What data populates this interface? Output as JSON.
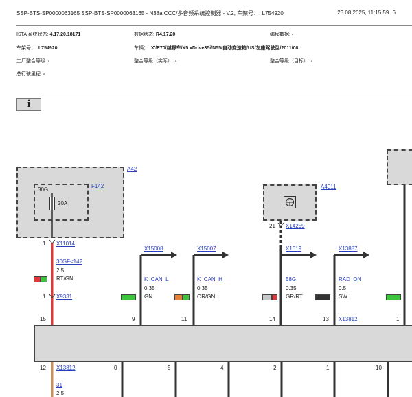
{
  "header": {
    "title": "SSP-BTS-SP0000063165 SSP-BTS-SP0000063165 - N38a CCC/多音频系统控制器 - V.2, 车架号：: L754920",
    "datetime": "23.08.2025, 11:15:59",
    "page": "6"
  },
  "info": {
    "ista_label": "ISTA 系统状态:",
    "ista_value": "4.17.20.18171",
    "data_label": "数据状态:",
    "data_value": "R4.17.20",
    "prog_label": "编程数据:",
    "prog_value": "-",
    "vin_label": "车架号：:",
    "vin_value": "L754920",
    "vehicle_label": "车辆：:",
    "vehicle_value": "X'/E70/越野车/X5 xDrive35i/N55/自动变速箱/US/左座驾驶型/2011/08",
    "factory_label": "工厂整合等级:",
    "factory_value": "-",
    "actual_label": "整合等级（实际）:",
    "actual_value": "-",
    "target_label": "整合等级（目标）:",
    "target_value": "-",
    "mileage_label": "总行驶里程:",
    "mileage_value": "-"
  },
  "info_button": {
    "label": "i"
  },
  "diagram": {
    "a42": "A42",
    "f142": "F142",
    "fuse_pin": "30G",
    "fuse_rating": "20A",
    "a4011": "A4011",
    "conn_x14259": "X14259",
    "pin_21": "21",
    "conn_x11014": "X11014",
    "pin_1a": "1",
    "conn_x9331": "X9331",
    "pin_1b": "1",
    "w1_sig": "30GF<142",
    "w1_size": "2.5",
    "w1_color": "RT/GN",
    "conn_x15008": "X15008",
    "conn_x15007": "X15007",
    "conn_x1019": "X1019",
    "conn_x13887": "X13887",
    "w2_sig": "K_CAN_L",
    "w2_size": "0.35",
    "w2_color": "GN",
    "w3_sig": "K_CAN_H",
    "w3_size": "0.35",
    "w3_color": "OR/GN",
    "w4_sig": "58G",
    "w4_size": "0.35",
    "w4_color": "GR/RT",
    "w5_sig": "RAD_ON",
    "w5_size": "0.5",
    "w5_color": "SW",
    "pins_top": [
      "15",
      "9",
      "11",
      "14",
      "13",
      "1"
    ],
    "conn_x13812_top": "X13812",
    "pins_bottom": [
      "12",
      "0",
      "5",
      "4",
      "2",
      "1",
      "10"
    ],
    "conn_x13812_bottom": "X13812",
    "w6_sig": "31",
    "w6_size": "2.5"
  },
  "colors": {
    "red": "#e0383a",
    "green": "#3cc43c",
    "orange": "#e8803a",
    "grey": "#c8c8c8",
    "black": "#333333",
    "brown": "#c8915a",
    "link": "#2a3fbf"
  }
}
